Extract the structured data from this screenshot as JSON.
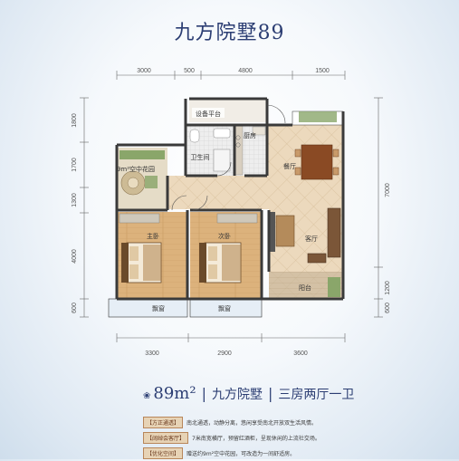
{
  "title": "九方院墅89",
  "dimensions": {
    "top": [
      "3000",
      "500",
      "4800",
      "1500"
    ],
    "bottom": [
      "3300",
      "2900",
      "3600"
    ],
    "left": [
      "1800",
      "1700",
      "1300",
      "4000",
      "600"
    ],
    "right": [
      "7000",
      "1200",
      "600"
    ]
  },
  "rooms": {
    "equipment_platform": "设备平台",
    "kitchen": "厨房",
    "bathroom": "卫生间",
    "garden": "9m²空中花园",
    "dining": "餐厅",
    "living": "客厅",
    "master_bedroom": "主卧",
    "second_bedroom": "次卧",
    "balcony": "阳台",
    "bay_window_left": "飘窗",
    "bay_window_right": "飘窗"
  },
  "summary": {
    "area": "89m²",
    "name": "九方院墅",
    "layout": "三房两厅一卫"
  },
  "features": [
    {
      "tag": "【方正通透】",
      "text": "南北通透，动静分离，悠闲享受南北开放双生活风情。"
    },
    {
      "tag": "【阔绰会客厅】",
      "text": "7米南宽横厅，预留红酒柜，呈现休闲的上流社交场。"
    },
    {
      "tag": "【优化空间】",
      "text": "赠送约9m²空中花园，可改造为一间舒适房。"
    }
  ],
  "colors": {
    "title": "#2c3e73",
    "wall": "#3a3a3a",
    "floor_tile": "#ead7bb",
    "floor_wood": "#d9b07a",
    "dim_line": "#666666"
  }
}
